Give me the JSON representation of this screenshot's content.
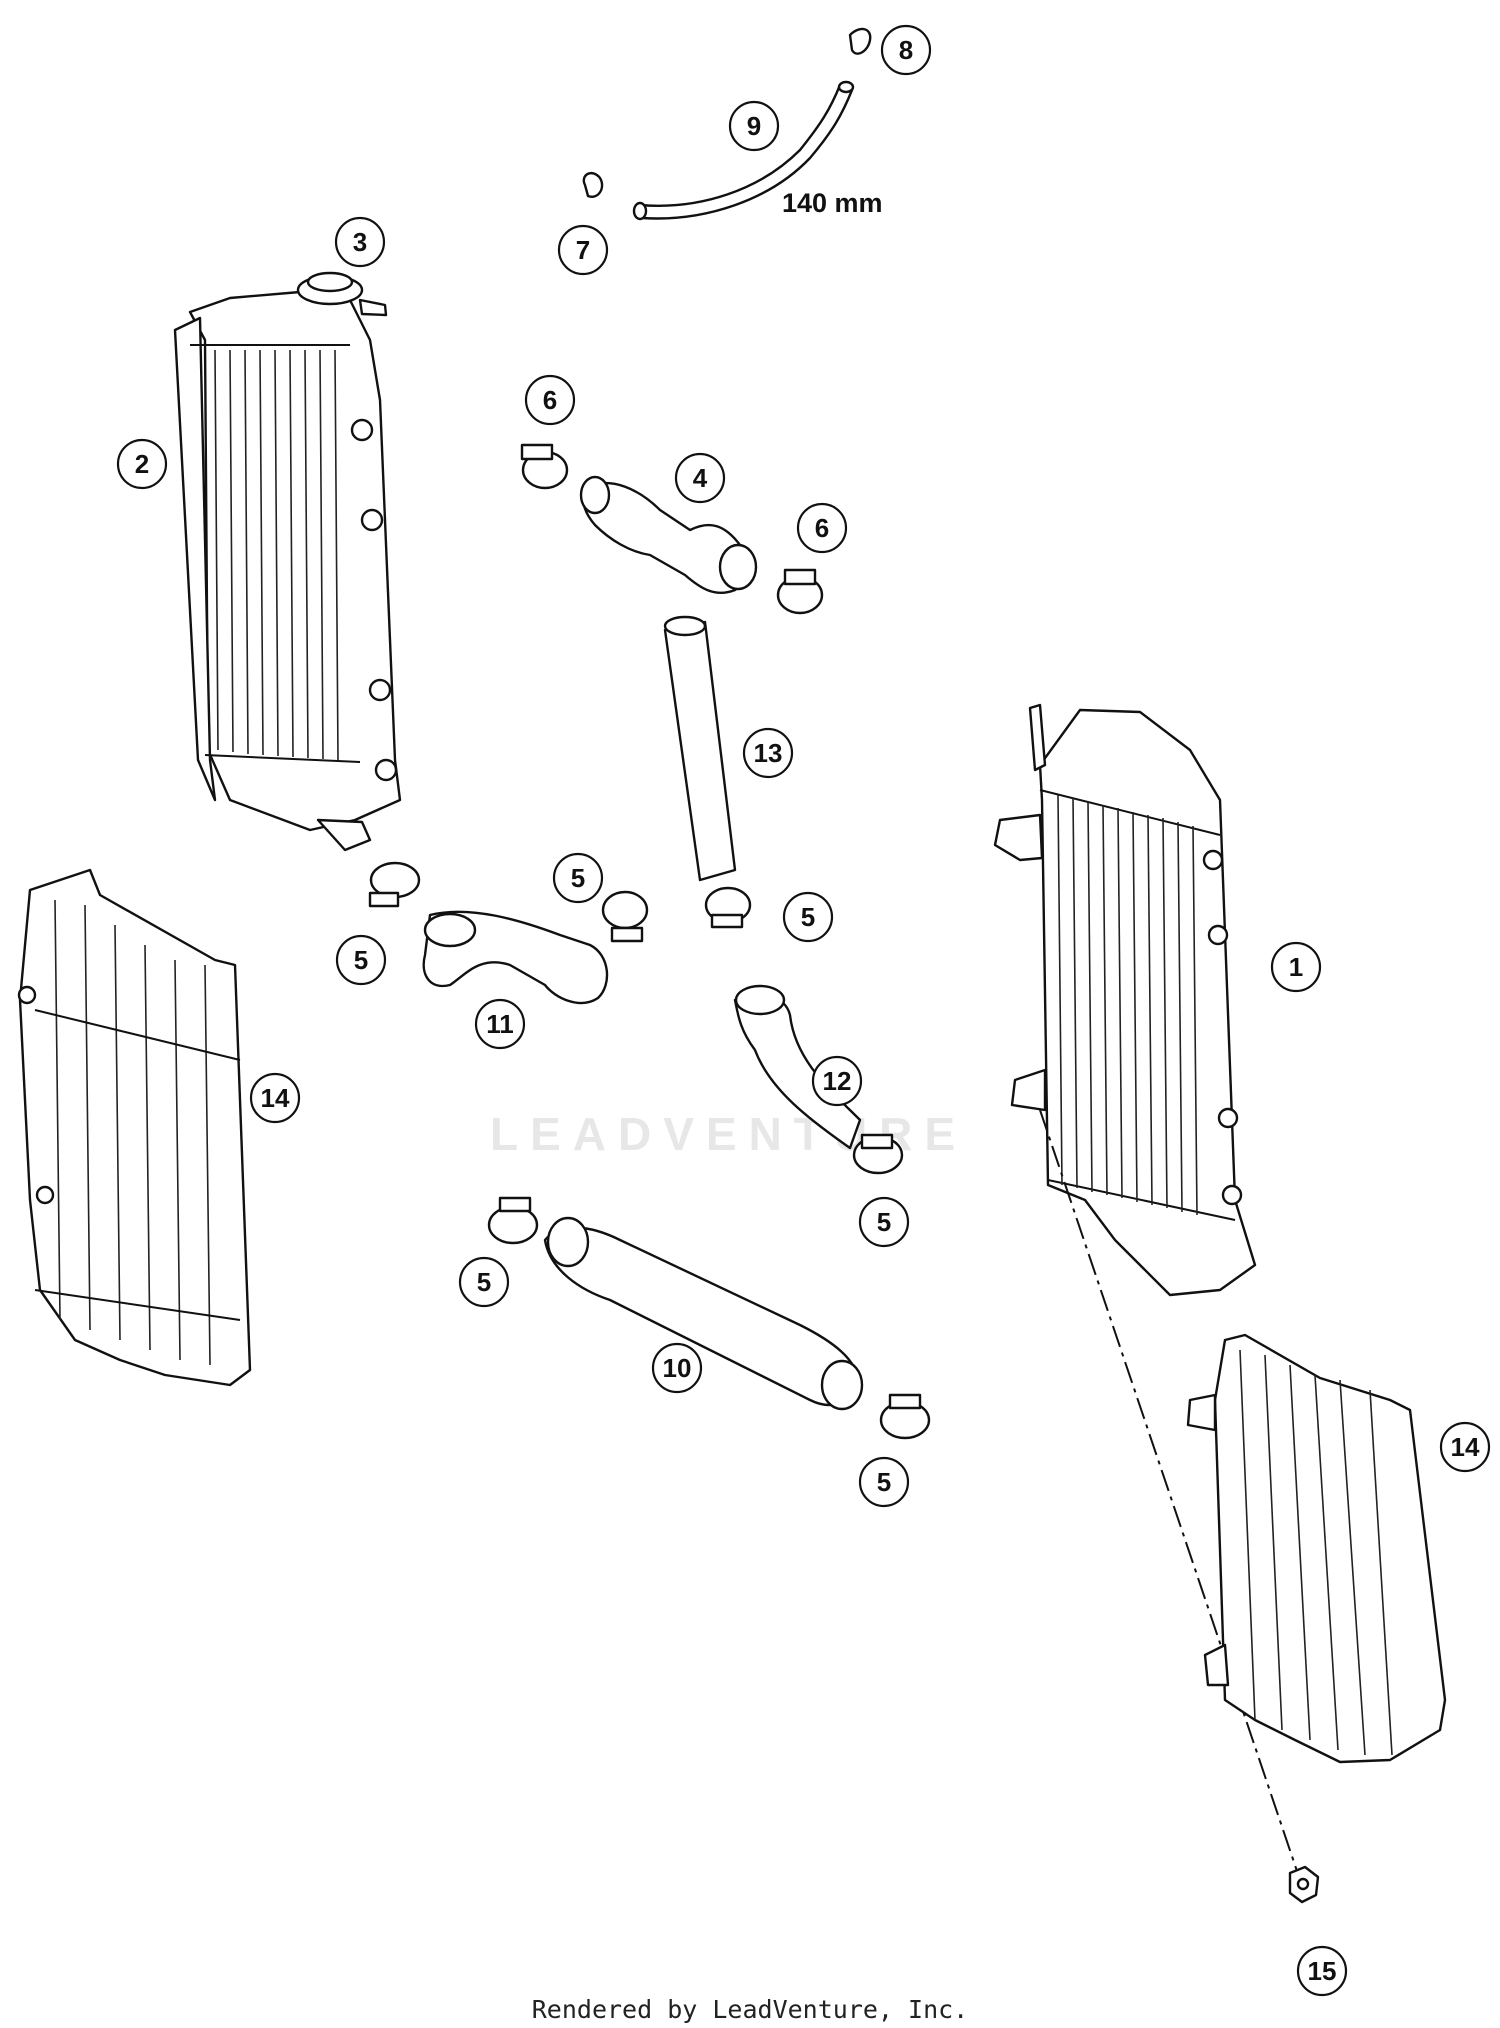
{
  "diagram": {
    "dimension_label": "140 mm",
    "watermark": "LEADVENTURE",
    "footer": "Rendered by LeadVenture, Inc.",
    "callouts": [
      {
        "id": "c8",
        "label": "8"
      },
      {
        "id": "c9",
        "label": "9"
      },
      {
        "id": "c7",
        "label": "7"
      },
      {
        "id": "c3",
        "label": "3"
      },
      {
        "id": "c2",
        "label": "2"
      },
      {
        "id": "c6a",
        "label": "6"
      },
      {
        "id": "c4",
        "label": "4"
      },
      {
        "id": "c6b",
        "label": "6"
      },
      {
        "id": "c13",
        "label": "13"
      },
      {
        "id": "c5a",
        "label": "5"
      },
      {
        "id": "c5b",
        "label": "5"
      },
      {
        "id": "c5c",
        "label": "5"
      },
      {
        "id": "c11",
        "label": "11"
      },
      {
        "id": "c1",
        "label": "1"
      },
      {
        "id": "c12",
        "label": "12"
      },
      {
        "id": "c14a",
        "label": "14"
      },
      {
        "id": "c5d",
        "label": "5"
      },
      {
        "id": "c5e",
        "label": "5"
      },
      {
        "id": "c10",
        "label": "10"
      },
      {
        "id": "c5f",
        "label": "5"
      },
      {
        "id": "c14b",
        "label": "14"
      },
      {
        "id": "c15",
        "label": "15"
      }
    ]
  }
}
